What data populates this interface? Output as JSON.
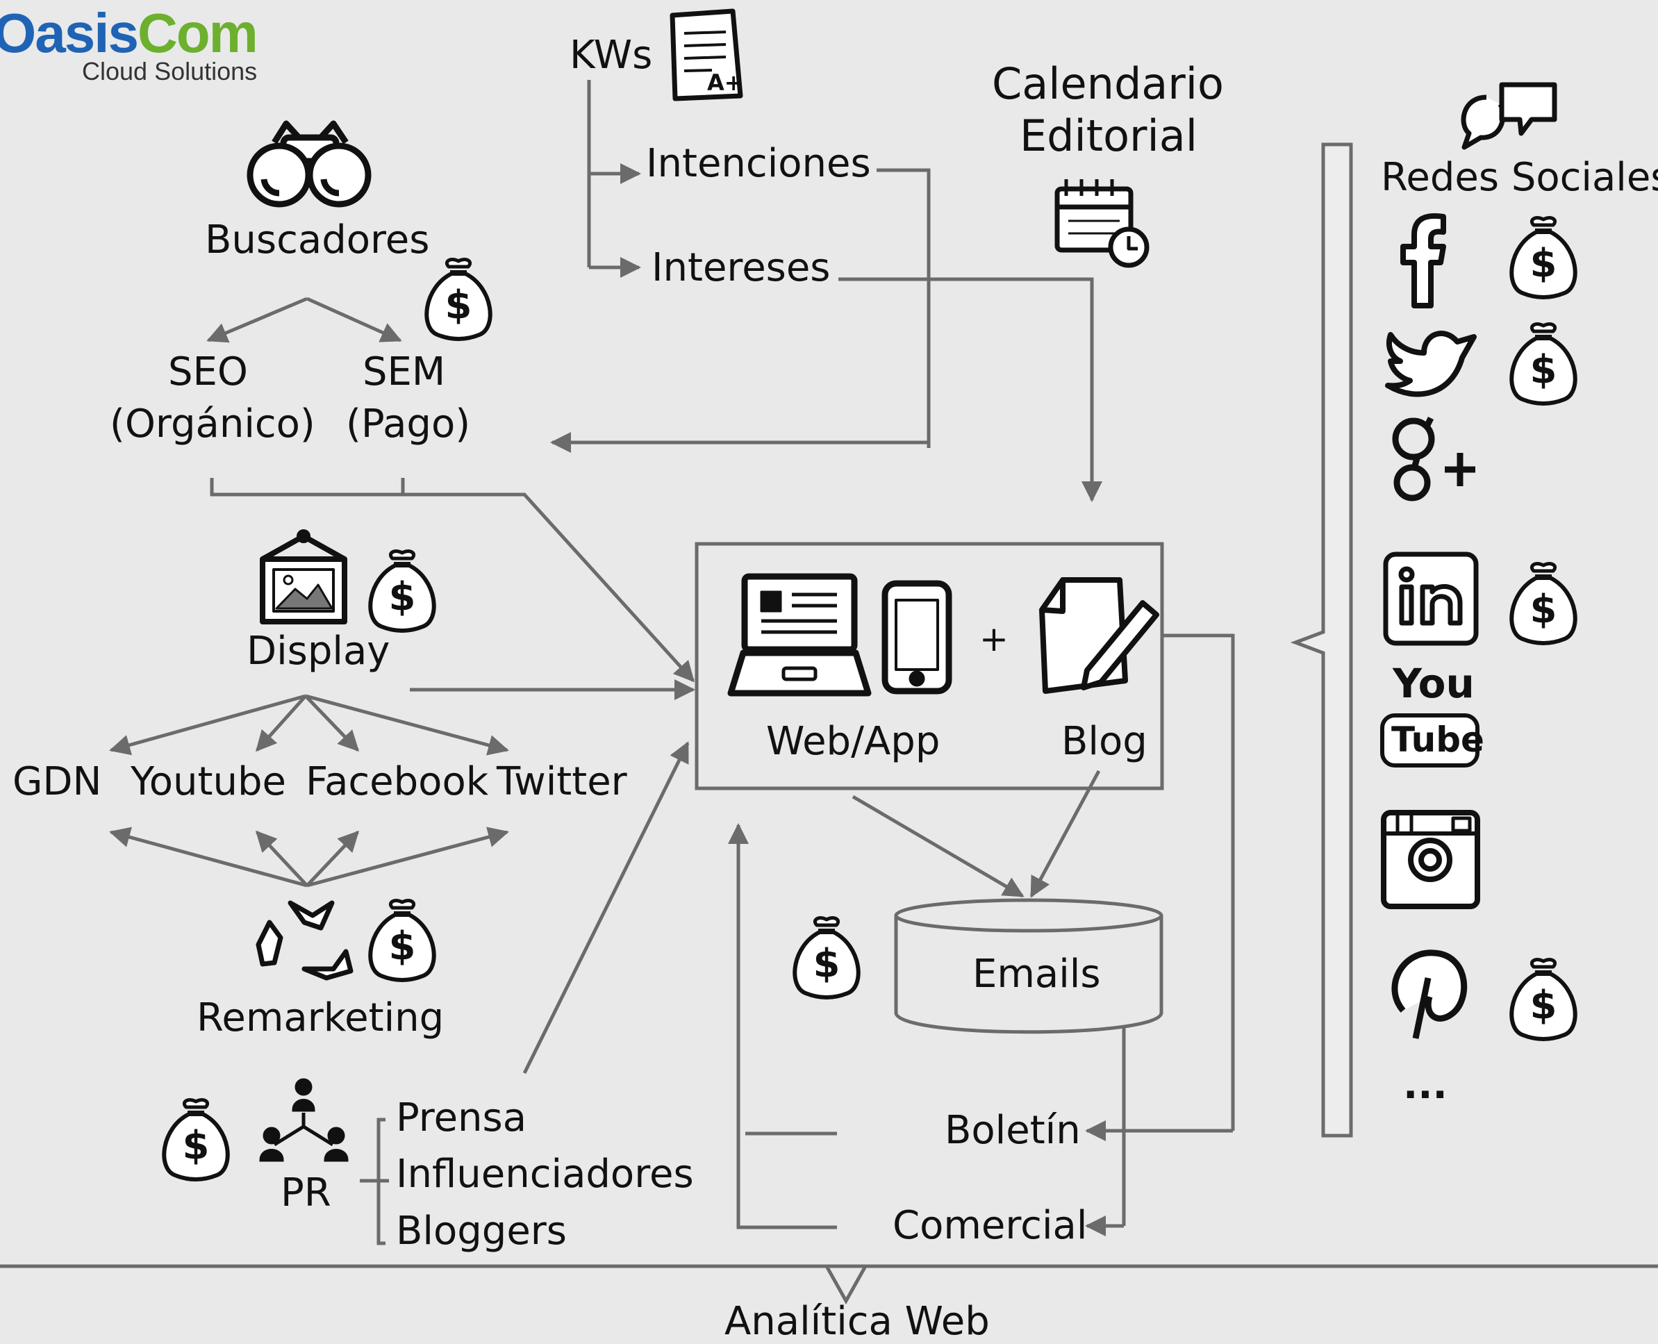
{
  "logo": {
    "brand_part1": "Oasis",
    "brand_part2": "Com",
    "tagline": "Cloud Solutions"
  },
  "keywords": {
    "title": "KWs",
    "items": [
      "Intenciones",
      "Intereses"
    ]
  },
  "calendar": {
    "line1": "Calendario",
    "line2": "Editorial"
  },
  "search": {
    "title": "Buscadores",
    "seo": {
      "line1": "SEO",
      "line2": "(Orgánico)"
    },
    "sem": {
      "line1": "SEM",
      "line2": "(Pago)"
    }
  },
  "display": {
    "title": "Display",
    "channels": [
      "GDN",
      "Youtube",
      "Facebook",
      "Twitter"
    ],
    "remarketing": "Remarketing"
  },
  "pr": {
    "title": "PR",
    "items": [
      "Prensa",
      "Influenciadores",
      "Bloggers"
    ]
  },
  "hub": {
    "web_label": "Web/App",
    "plus": "+",
    "blog_label": "Blog"
  },
  "emails": {
    "title": "Emails",
    "outputs": [
      "Boletín",
      "Comercial"
    ]
  },
  "social": {
    "title": "Redes Sociales",
    "youtube_top": "You",
    "youtube_bottom": "Tube",
    "more": "..."
  },
  "analytics": {
    "label": "Analítica Web"
  },
  "colors": {
    "stroke": "#6b6b6b",
    "ink": "#111111",
    "background": "#e9e9e9",
    "logo_blue": "#1f63b5",
    "logo_green": "#6cb02e"
  },
  "icons": [
    "binoculars-icon",
    "document-icon",
    "calendar-icon",
    "speech-bubbles-icon",
    "money-bag-icon",
    "picture-frame-icon",
    "recycle-icon",
    "people-network-icon",
    "laptop-icon",
    "phone-icon",
    "edit-document-icon",
    "database-icon",
    "facebook-icon",
    "twitter-icon",
    "google-plus-icon",
    "linkedin-icon",
    "youtube-icon",
    "instagram-icon",
    "pinterest-icon"
  ]
}
